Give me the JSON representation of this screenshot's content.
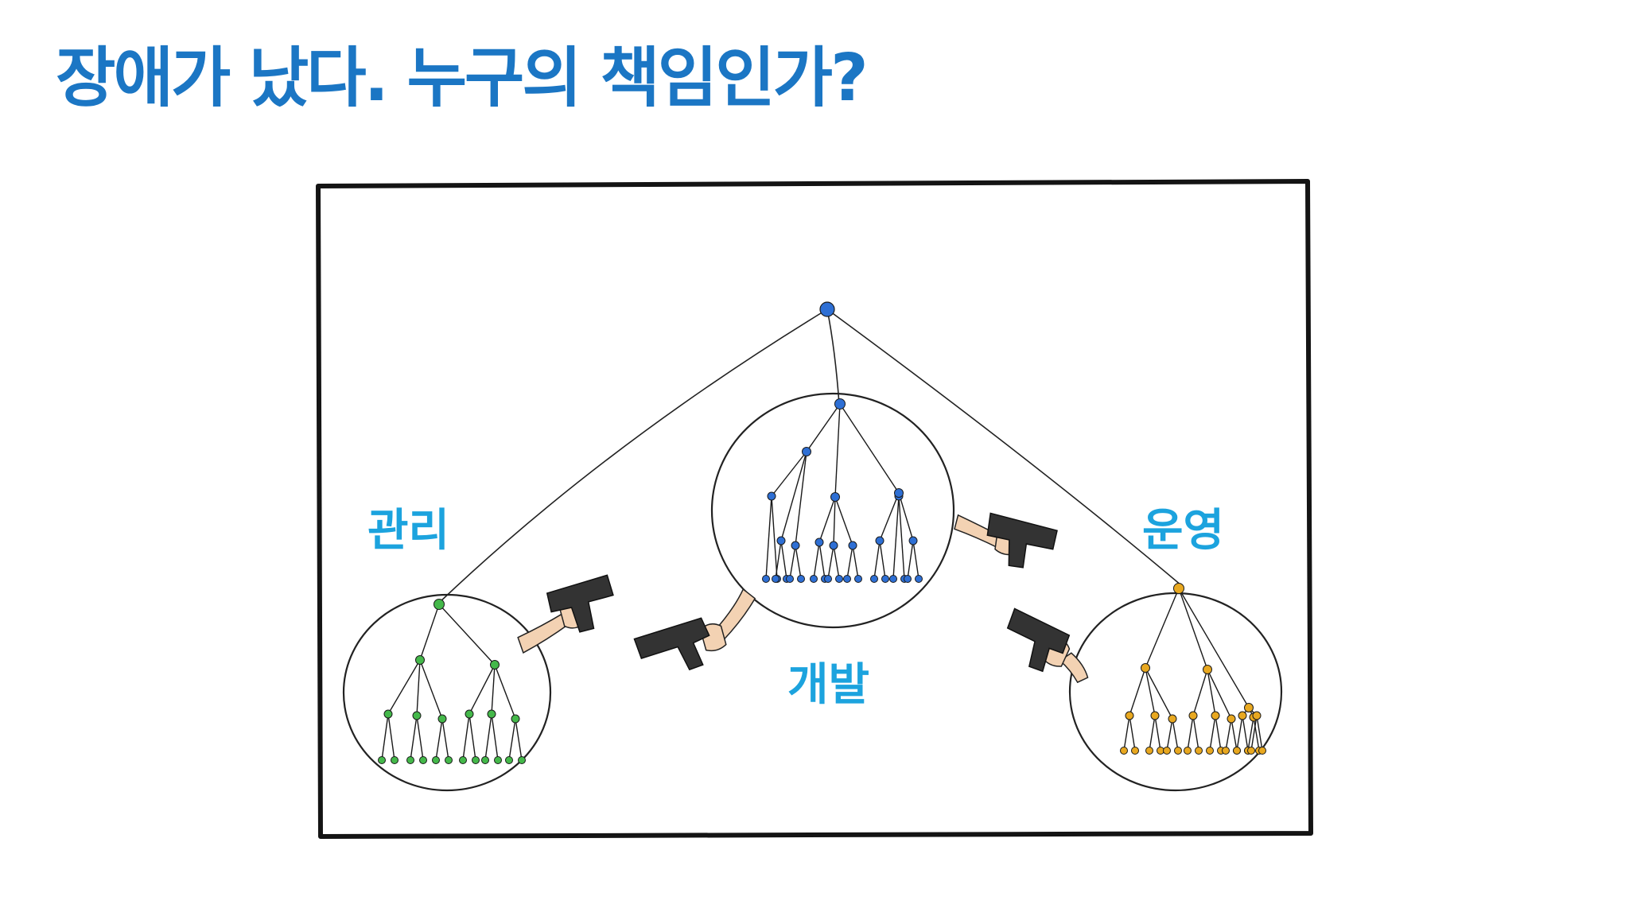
{
  "slide": {
    "title": "장애가 났다. 누구의 책임인가?",
    "title_color": "#1b76c4"
  },
  "diagram": {
    "label_color": "#1ca3de",
    "teams": [
      {
        "id": "management",
        "label": "관리",
        "color": "#44b84a"
      },
      {
        "id": "development",
        "label": "개발",
        "color": "#2e6fd4"
      },
      {
        "id": "operations",
        "label": "운영",
        "color": "#e8a820"
      }
    ],
    "root_color": "#2e6fd4"
  }
}
